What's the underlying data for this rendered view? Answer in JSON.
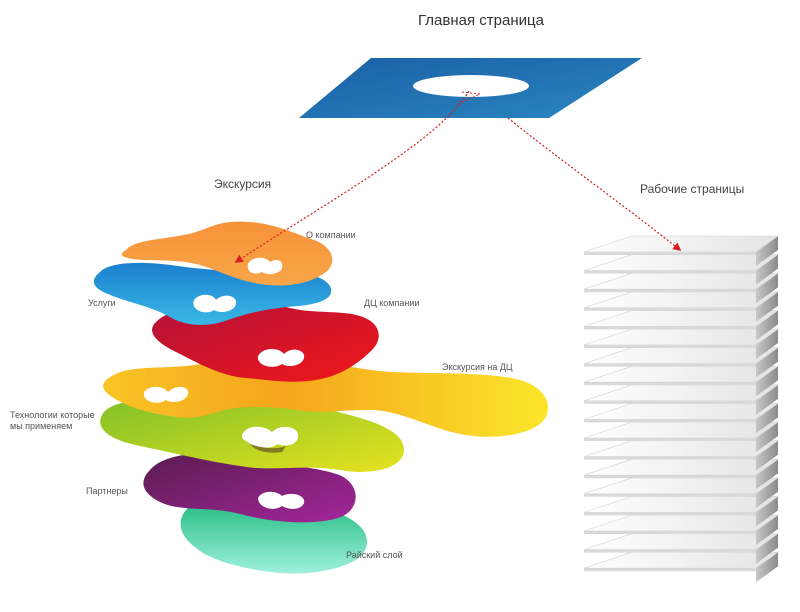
{
  "main_page": {
    "label": "Главная страница"
  },
  "excursion": {
    "label": "Экскурсия",
    "layers": [
      {
        "id": "about",
        "label": "О компании",
        "color": "#f7923a"
      },
      {
        "id": "services",
        "label": "Услуги",
        "color": "#1c9ad6"
      },
      {
        "id": "dc",
        "label": "ДЦ компании",
        "color": "#d8102a"
      },
      {
        "id": "tour",
        "label": "Экскурсия на ДЦ",
        "color": "#f8b820"
      },
      {
        "id": "tech",
        "label": "Технологии которые мы применяем",
        "color": "#b9cf1e"
      },
      {
        "id": "partners",
        "label": "Партнеры",
        "color": "#8e2a8a"
      },
      {
        "id": "paradise",
        "label": "Райский слой",
        "color": "#2ec98e"
      }
    ]
  },
  "work_pages": {
    "label": "Рабочие страницы",
    "sheet_count": 18
  },
  "colors": {
    "main_page": "#1f6db0",
    "arrow": "#d81e1e",
    "sheet_edge": "#8c8c8c"
  }
}
